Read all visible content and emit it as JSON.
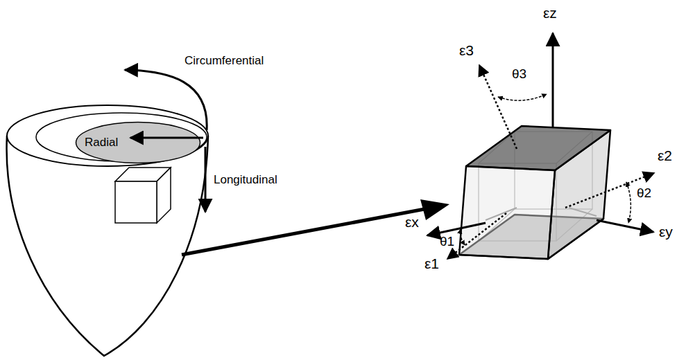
{
  "diagram": {
    "nodes": [
      {
        "text": [
          "Radial"
        ]
      }
    ],
    "labels": [
      "Circumferential",
      "Longitudinal",
      "εz",
      "ε3",
      "θ3",
      "ε2",
      "θ2",
      "εy",
      "εx",
      "θ1",
      "ε1"
    ]
  }
}
